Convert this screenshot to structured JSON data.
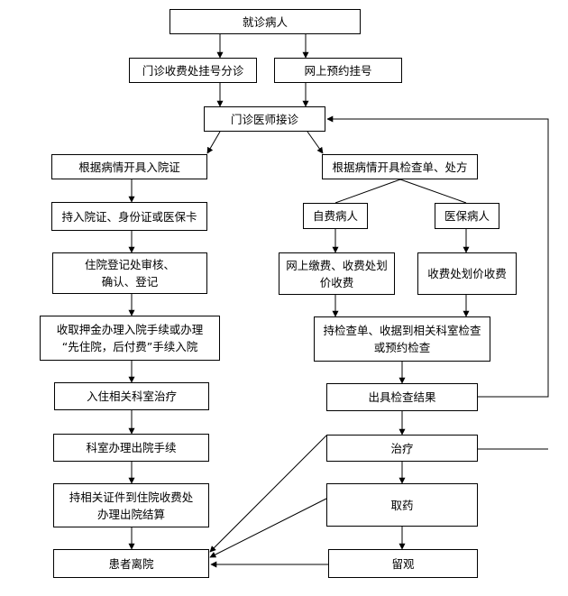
{
  "nodes": {
    "patient": "就诊病人",
    "outpatient_register": "门诊收费处挂号分诊",
    "online_register": "网上预约挂号",
    "doctor": "门诊医师接诊",
    "admission_cert": "根据病情开具入院证",
    "exam_orders": "根据病情开具检查单、处方",
    "hold_cert": "持入院证、身份证或医保卡",
    "self_pay": "自费病人",
    "insured": "医保病人",
    "registration_office": "住院登记处审核、\n确认、登记",
    "online_pay": "网上缴费、收费处划\n价收费",
    "pricing": "收费处划价收费",
    "deposit": "收取押金办理入院手续或办理\n“先住院，后付费”手续入院",
    "do_exam": "持检查单、收据到相关科室检查\n或预约检查",
    "ward": "入住相关科室治疗",
    "results": "出具检查结果",
    "discharge": "科室办理出院手续",
    "treatment": "治疗",
    "settlement": "持相关证件到住院收费处\n办理出院结算",
    "medicine": "取药",
    "leave": "患者离院",
    "observe": "留观"
  }
}
